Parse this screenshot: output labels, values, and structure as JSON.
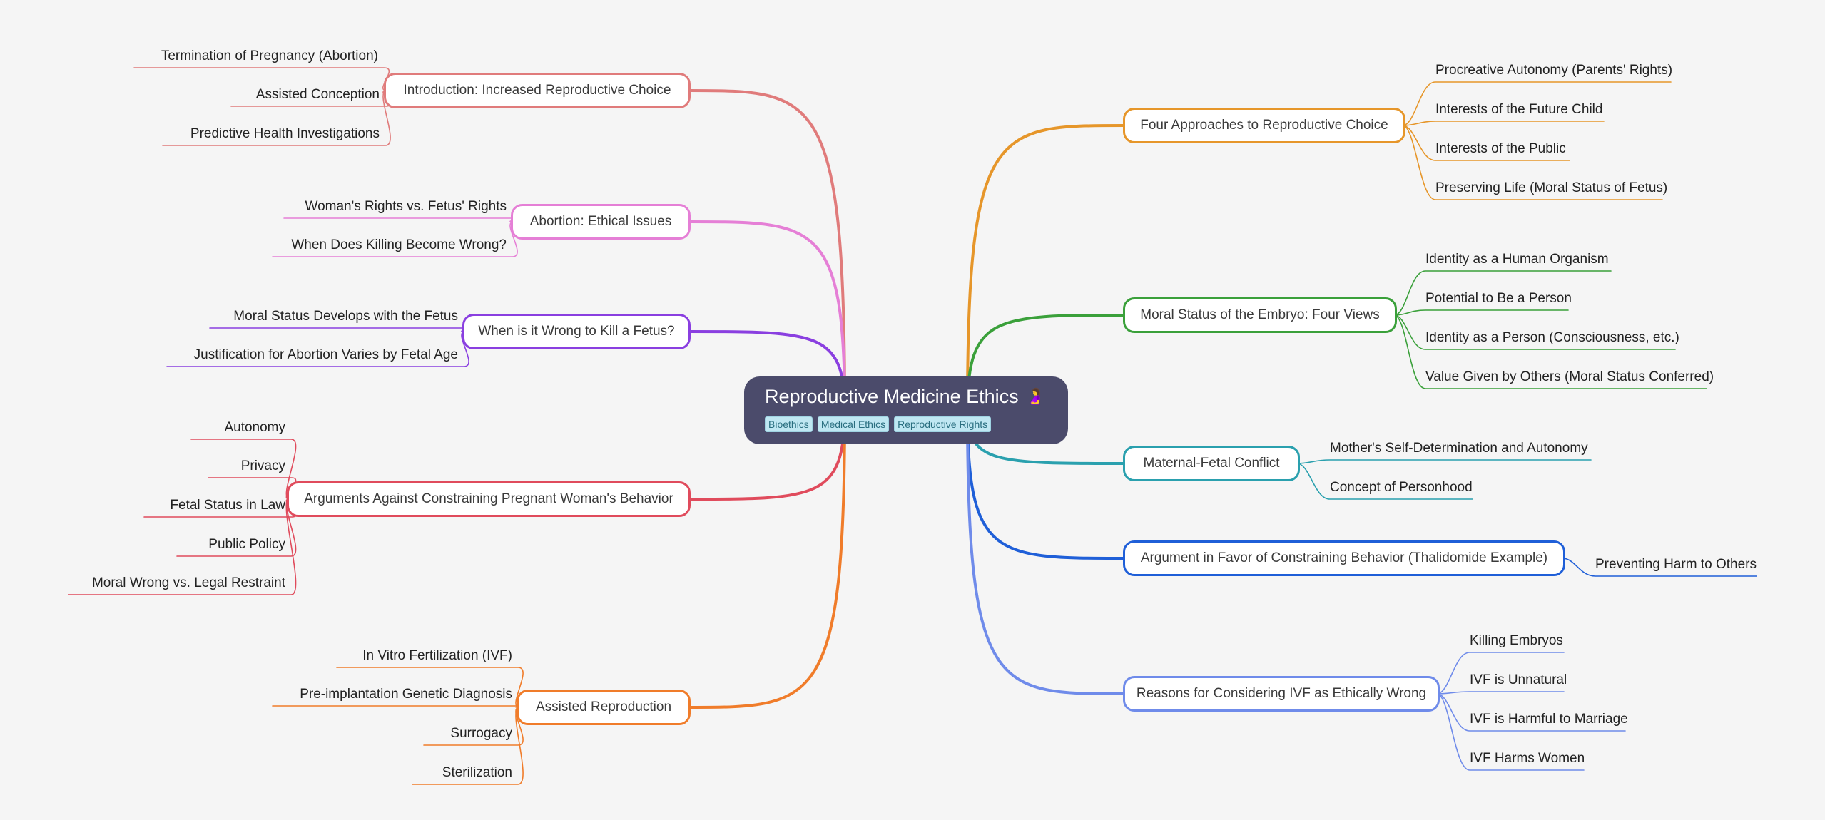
{
  "central": {
    "title": "Reproductive Medicine Ethics",
    "icon": "🤰",
    "tags": [
      "Bioethics",
      "Medical Ethics",
      "Reproductive Rights"
    ]
  },
  "branches": [
    {
      "label": "Introduction: Increased Reproductive Choice",
      "color": "#e07b7b",
      "children": [
        "Termination of Pregnancy (Abortion)",
        "Assisted Conception",
        "Predictive Health Investigations"
      ]
    },
    {
      "label": "Abortion: Ethical Issues",
      "color": "#e57fd6",
      "children": [
        "Woman's Rights vs. Fetus' Rights",
        "When Does Killing Become Wrong?"
      ]
    },
    {
      "label": "When is it Wrong to Kill a Fetus?",
      "color": "#8a3fe0",
      "children": [
        "Moral Status Develops with the Fetus",
        "Justification for Abortion Varies by Fetal Age"
      ]
    },
    {
      "label": "Arguments Against Constraining Pregnant Woman's Behavior",
      "color": "#e04b5c",
      "children": [
        "Autonomy",
        "Privacy",
        "Fetal Status in Law",
        "Public Policy",
        "Moral Wrong vs. Legal Restraint"
      ]
    },
    {
      "label": "Assisted Reproduction",
      "color": "#f07c2a",
      "children": [
        "In Vitro Fertilization (IVF)",
        "Pre-implantation Genetic Diagnosis",
        "Surrogacy",
        "Sterilization"
      ]
    },
    {
      "label": "Four Approaches to Reproductive Choice",
      "color": "#e6962a",
      "children": [
        "Procreative Autonomy (Parents' Rights)",
        "Interests of the Future Child",
        "Interests of the Public",
        "Preserving Life (Moral Status of Fetus)"
      ]
    },
    {
      "label": "Moral Status of the Embryo: Four Views",
      "color": "#3aa03a",
      "children": [
        "Identity as a Human Organism",
        "Potential to Be a Person",
        "Identity as a Person (Consciousness, etc.)",
        "Value Given by Others (Moral Status Conferred)"
      ]
    },
    {
      "label": "Maternal-Fetal Conflict",
      "color": "#2aa0ae",
      "children": [
        "Mother's Self-Determination and Autonomy",
        "Concept of Personhood"
      ]
    },
    {
      "label": "Argument in Favor of Constraining Behavior (Thalidomide Example)",
      "color": "#1f5fd8",
      "children": [
        "Preventing Harm to Others"
      ]
    },
    {
      "label": "Reasons for Considering IVF as Ethically Wrong",
      "color": "#6f8bea",
      "children": [
        "Killing Embryos",
        "IVF is Unnatural",
        "IVF is Harmful to Marriage",
        "IVF Harms Women"
      ]
    }
  ]
}
